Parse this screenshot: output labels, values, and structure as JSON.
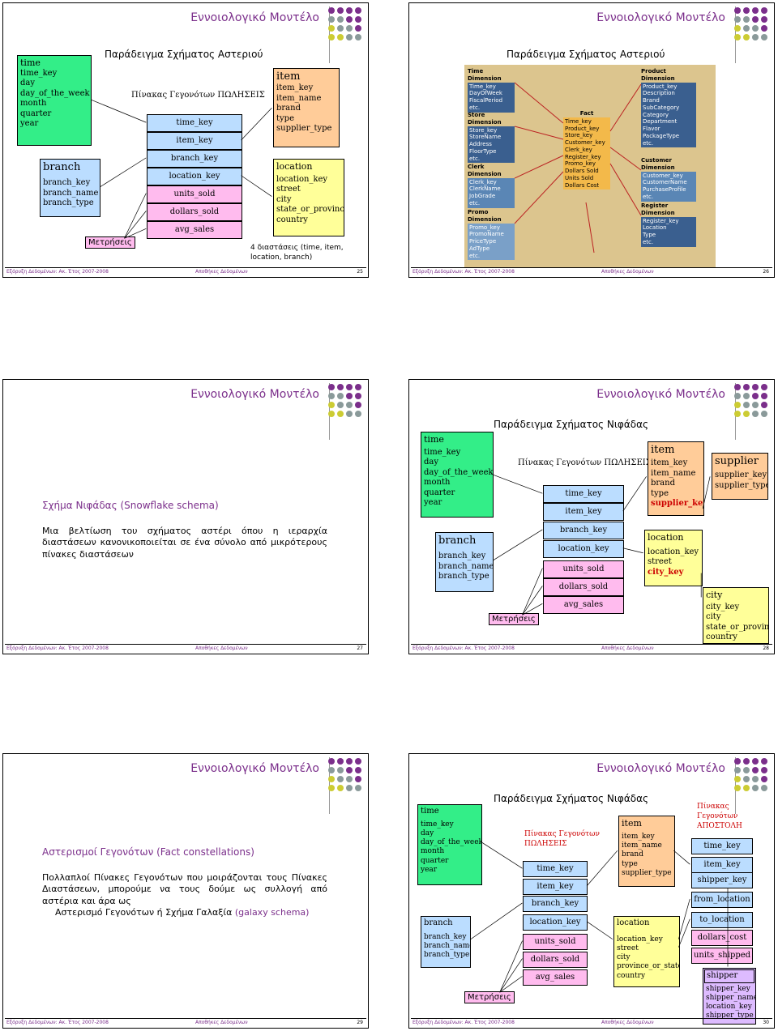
{
  "common": {
    "title": "Εννοιολογικό Μοντέλο",
    "footer_left": "Εξόρυξη Δεδομένων: Ακ. Έτος 2007-2008",
    "footer_mid": "Αποθήκες Δεδομένων",
    "dot_colors": [
      "#7b2f8b",
      "#8a9a9a",
      "#cccc33"
    ]
  },
  "s25": {
    "subtitle": "Παράδειγμα Σχήματος Αστεριού",
    "fact_title": "Πίνακας Γεγονότων ΠΩΛΗΣΕΙΣ",
    "time": {
      "name": "time",
      "attrs": [
        "time_key",
        "day",
        "day_of_the_week",
        "month",
        "quarter",
        "year"
      ]
    },
    "branch": {
      "name": "branch",
      "attrs": [
        "branch_key",
        "branch_name",
        "branch_type"
      ]
    },
    "item": {
      "name": "item",
      "attrs": [
        "item_key",
        "item_name",
        "brand",
        "type",
        "supplier_type"
      ]
    },
    "location": {
      "name": "location",
      "attrs": [
        "location_key",
        "street",
        "city",
        "state_or_province",
        "country"
      ]
    },
    "fact": [
      "time_key",
      "item_key",
      "branch_key",
      "location_key",
      "units_sold",
      "dollars_sold",
      "avg_sales"
    ],
    "measures": "Μετρήσεις",
    "note_1": "4 διαστάσεις (time, item,",
    "note_2": "location, branch)",
    "page": "25"
  },
  "s26": {
    "subtitle": "Παράδειγμα Σχήματος Αστεριού",
    "time_dim": {
      "name": "Time Dimension",
      "attrs": [
        "Time_key",
        "DayOfWeek",
        "FiscalPeriod",
        "etc."
      ]
    },
    "store_dim": {
      "name": "Store Dimension",
      "attrs": [
        "Store_key",
        "StoreName",
        "Address",
        "FloorType",
        "etc."
      ]
    },
    "clerk_dim": {
      "name": "Clerk Dimension",
      "attrs": [
        "Clerk_key",
        "ClerkName",
        "JobGrade",
        "etc."
      ]
    },
    "promo_dim": {
      "name": "Promo Dimension",
      "attrs": [
        "Promo_key",
        "PromoName",
        "PriceType",
        "AdType",
        "etc."
      ]
    },
    "fact": {
      "name": "Fact",
      "attrs": [
        "Time_key",
        "Product_key",
        "Store_key",
        "Customer_key",
        "Clerk_key",
        "Register_key",
        "Promo_key",
        "Dollars Sold",
        "Units Sold",
        "Dollars Cost"
      ]
    },
    "product_dim": {
      "name": "Product Dimension",
      "attrs": [
        "Product_key",
        "Description",
        "Brand",
        "SubCategory",
        "Category",
        "Department",
        "Flavor",
        "PackageType",
        "etc."
      ]
    },
    "customer_dim": {
      "name": "Customer Dimension",
      "attrs": [
        "Customer_key",
        "CustomerName",
        "PurchaseProfile",
        "etc."
      ]
    },
    "register_dim": {
      "name": "Register Dimension",
      "attrs": [
        "Register_key",
        "Location",
        "Type",
        "etc."
      ]
    },
    "page": "26"
  },
  "s27": {
    "heading": "Σχήμα Νιφάδας (Snowflake schema)",
    "body": "Μια βελτίωση του σχήματος αστέρι όπου η ιεραρχία διαστάσεων κανονικοποιείται σε ένα σύνολο από μικρότερους πίνακες διαστάσεων",
    "page": "27"
  },
  "s28": {
    "subtitle": "Παράδειγμα Σχήματος Νιφάδας",
    "fact_title": "Πίνακας Γεγονότων ΠΩΛΗΣΕΙΣ",
    "time": {
      "name": "time",
      "attrs": [
        "time_key",
        "day",
        "day_of_the_week",
        "month",
        "quarter",
        "year"
      ]
    },
    "branch": {
      "name": "branch",
      "attrs": [
        "branch_key",
        "branch_name",
        "branch_type"
      ]
    },
    "item": {
      "name": "item",
      "attrs": [
        "item_key",
        "item_name",
        "brand",
        "type"
      ],
      "fk": "supplier_key"
    },
    "supplier": {
      "name": "supplier",
      "attrs": [
        "supplier_key",
        "supplier_type"
      ]
    },
    "location": {
      "name": "location",
      "attrs": [
        "location_key",
        "street"
      ],
      "fk": "city_key"
    },
    "city": {
      "name": "city",
      "attrs": [
        "city_key",
        "city",
        "state_or_province",
        "country"
      ]
    },
    "fact": [
      "time_key",
      "item_key",
      "branch_key",
      "location_key",
      "units_sold",
      "dollars_sold",
      "avg_sales"
    ],
    "measures": "Μετρήσεις",
    "page": "28"
  },
  "s29": {
    "heading": "Αστερισμοί Γεγονότων (Fact constellations)",
    "body_1": "Πολλαπλοί Πίνακες Γεγονότων που μοιράζονται τους Πίνακες Διαστάσεων, μπορούμε να τους δούμε ως συλλογή από αστέρια και άρα ως",
    "body_2a": "Αστερισμό Γεγονότων ή Σχήμα Γαλαξία ",
    "body_2b": "(galaxy schema)",
    "page": "29"
  },
  "s30": {
    "subtitle": "Παράδειγμα Σχήματος Νιφάδας",
    "fact1_title_1": "Πίνακας Γεγονότων",
    "fact1_title_2": "ΠΩΛΗΣΕΙΣ",
    "fact2_title_1": "Πίνακας",
    "fact2_title_2": "Γεγονότων",
    "fact2_title_3": "ΑΠΟΣΤΟΛΗ",
    "time": {
      "name": "time",
      "attrs": [
        "time_key",
        "day",
        "day_of_the_week",
        "month",
        "quarter",
        "year"
      ]
    },
    "branch": {
      "name": "branch",
      "attrs": [
        "branch_key",
        "branch_name",
        "branch_type"
      ]
    },
    "item": {
      "name": "item",
      "attrs": [
        "item_key",
        "item_name",
        "brand",
        "type",
        "supplier_type"
      ]
    },
    "location": {
      "name": "location",
      "attrs": [
        "location_key",
        "street",
        "city",
        "province_or_state",
        "country"
      ]
    },
    "shipper": {
      "name": "shipper",
      "attrs": [
        "shipper_key",
        "shipper_name",
        "location_key",
        "shipper_type"
      ]
    },
    "fact1": [
      "time_key",
      "item_key",
      "branch_key",
      "location_key",
      "units_sold",
      "dollars_sold",
      "avg_sales"
    ],
    "fact2": [
      "time_key",
      "item_key",
      "shipper_key",
      "from_location",
      "to_location",
      "dollars_cost",
      "units_shipped"
    ],
    "measures": "Μετρήσεις",
    "page": "30"
  }
}
